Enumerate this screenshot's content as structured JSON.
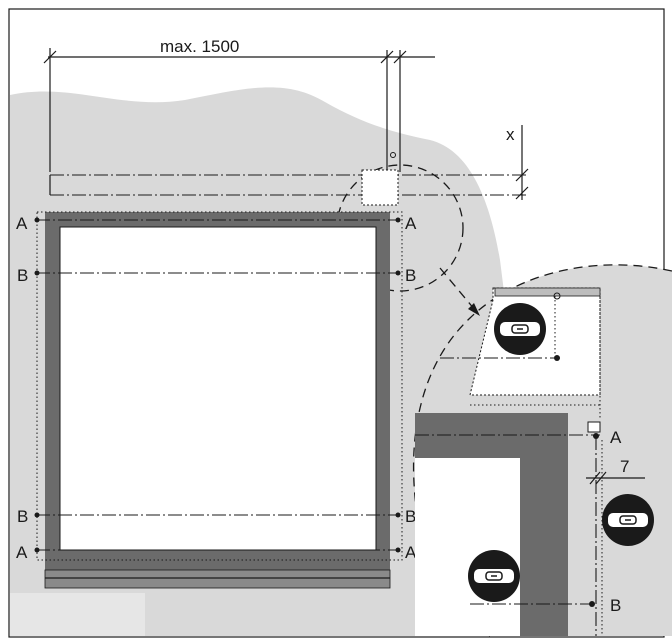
{
  "dimensions": {
    "max_width": "max. 1500",
    "gap_x": "x",
    "offset": "7"
  },
  "reference_lines": {
    "a": "A",
    "b": "B"
  },
  "icons": [
    "spirit-level-icon",
    "spirit-level-icon",
    "spirit-level-icon",
    "spirit-level-icon"
  ],
  "colors": {
    "background_wall": "#d9d9d9",
    "frame": "#6b6b6b",
    "line": "#1a1a1a",
    "paper": "#ffffff"
  }
}
